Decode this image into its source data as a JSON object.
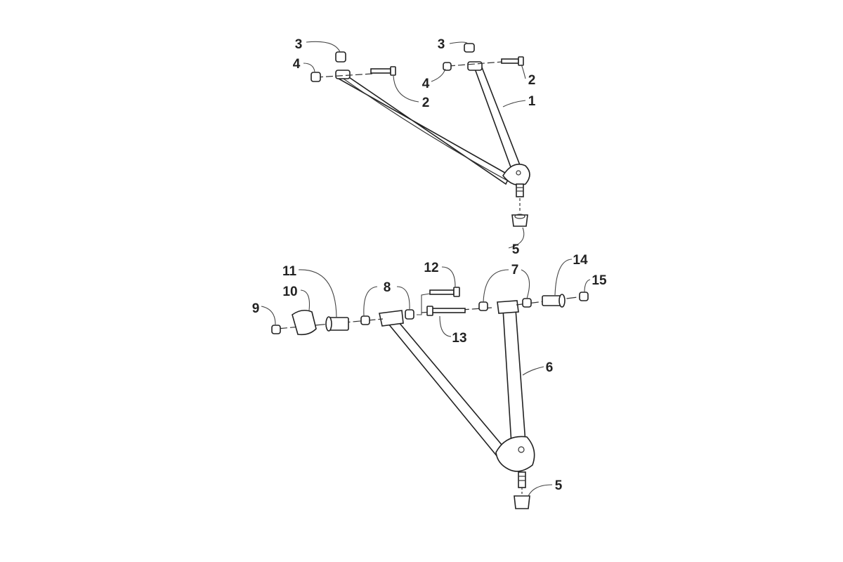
{
  "diagram": {
    "callouts": {
      "upper_bushing_left": "3",
      "upper_nut_left": "4",
      "upper_bolt_left": "2",
      "upper_bushing_right": "3",
      "upper_nut_right": "4",
      "upper_bolt_right": "2",
      "upper_arm": "1",
      "ball_joint_nut_upper": "5",
      "lower_sleeve": "11",
      "lower_bracket": "10",
      "lower_nut_left": "9",
      "lower_bushings_front": "8",
      "lower_bolt_upper": "12",
      "lower_bolt_lower": "13",
      "lower_bushings_rear": "7",
      "lower_sleeve_right": "14",
      "lower_nut_right": "15",
      "lower_arm": "6",
      "ball_joint_nut_lower": "5"
    }
  }
}
